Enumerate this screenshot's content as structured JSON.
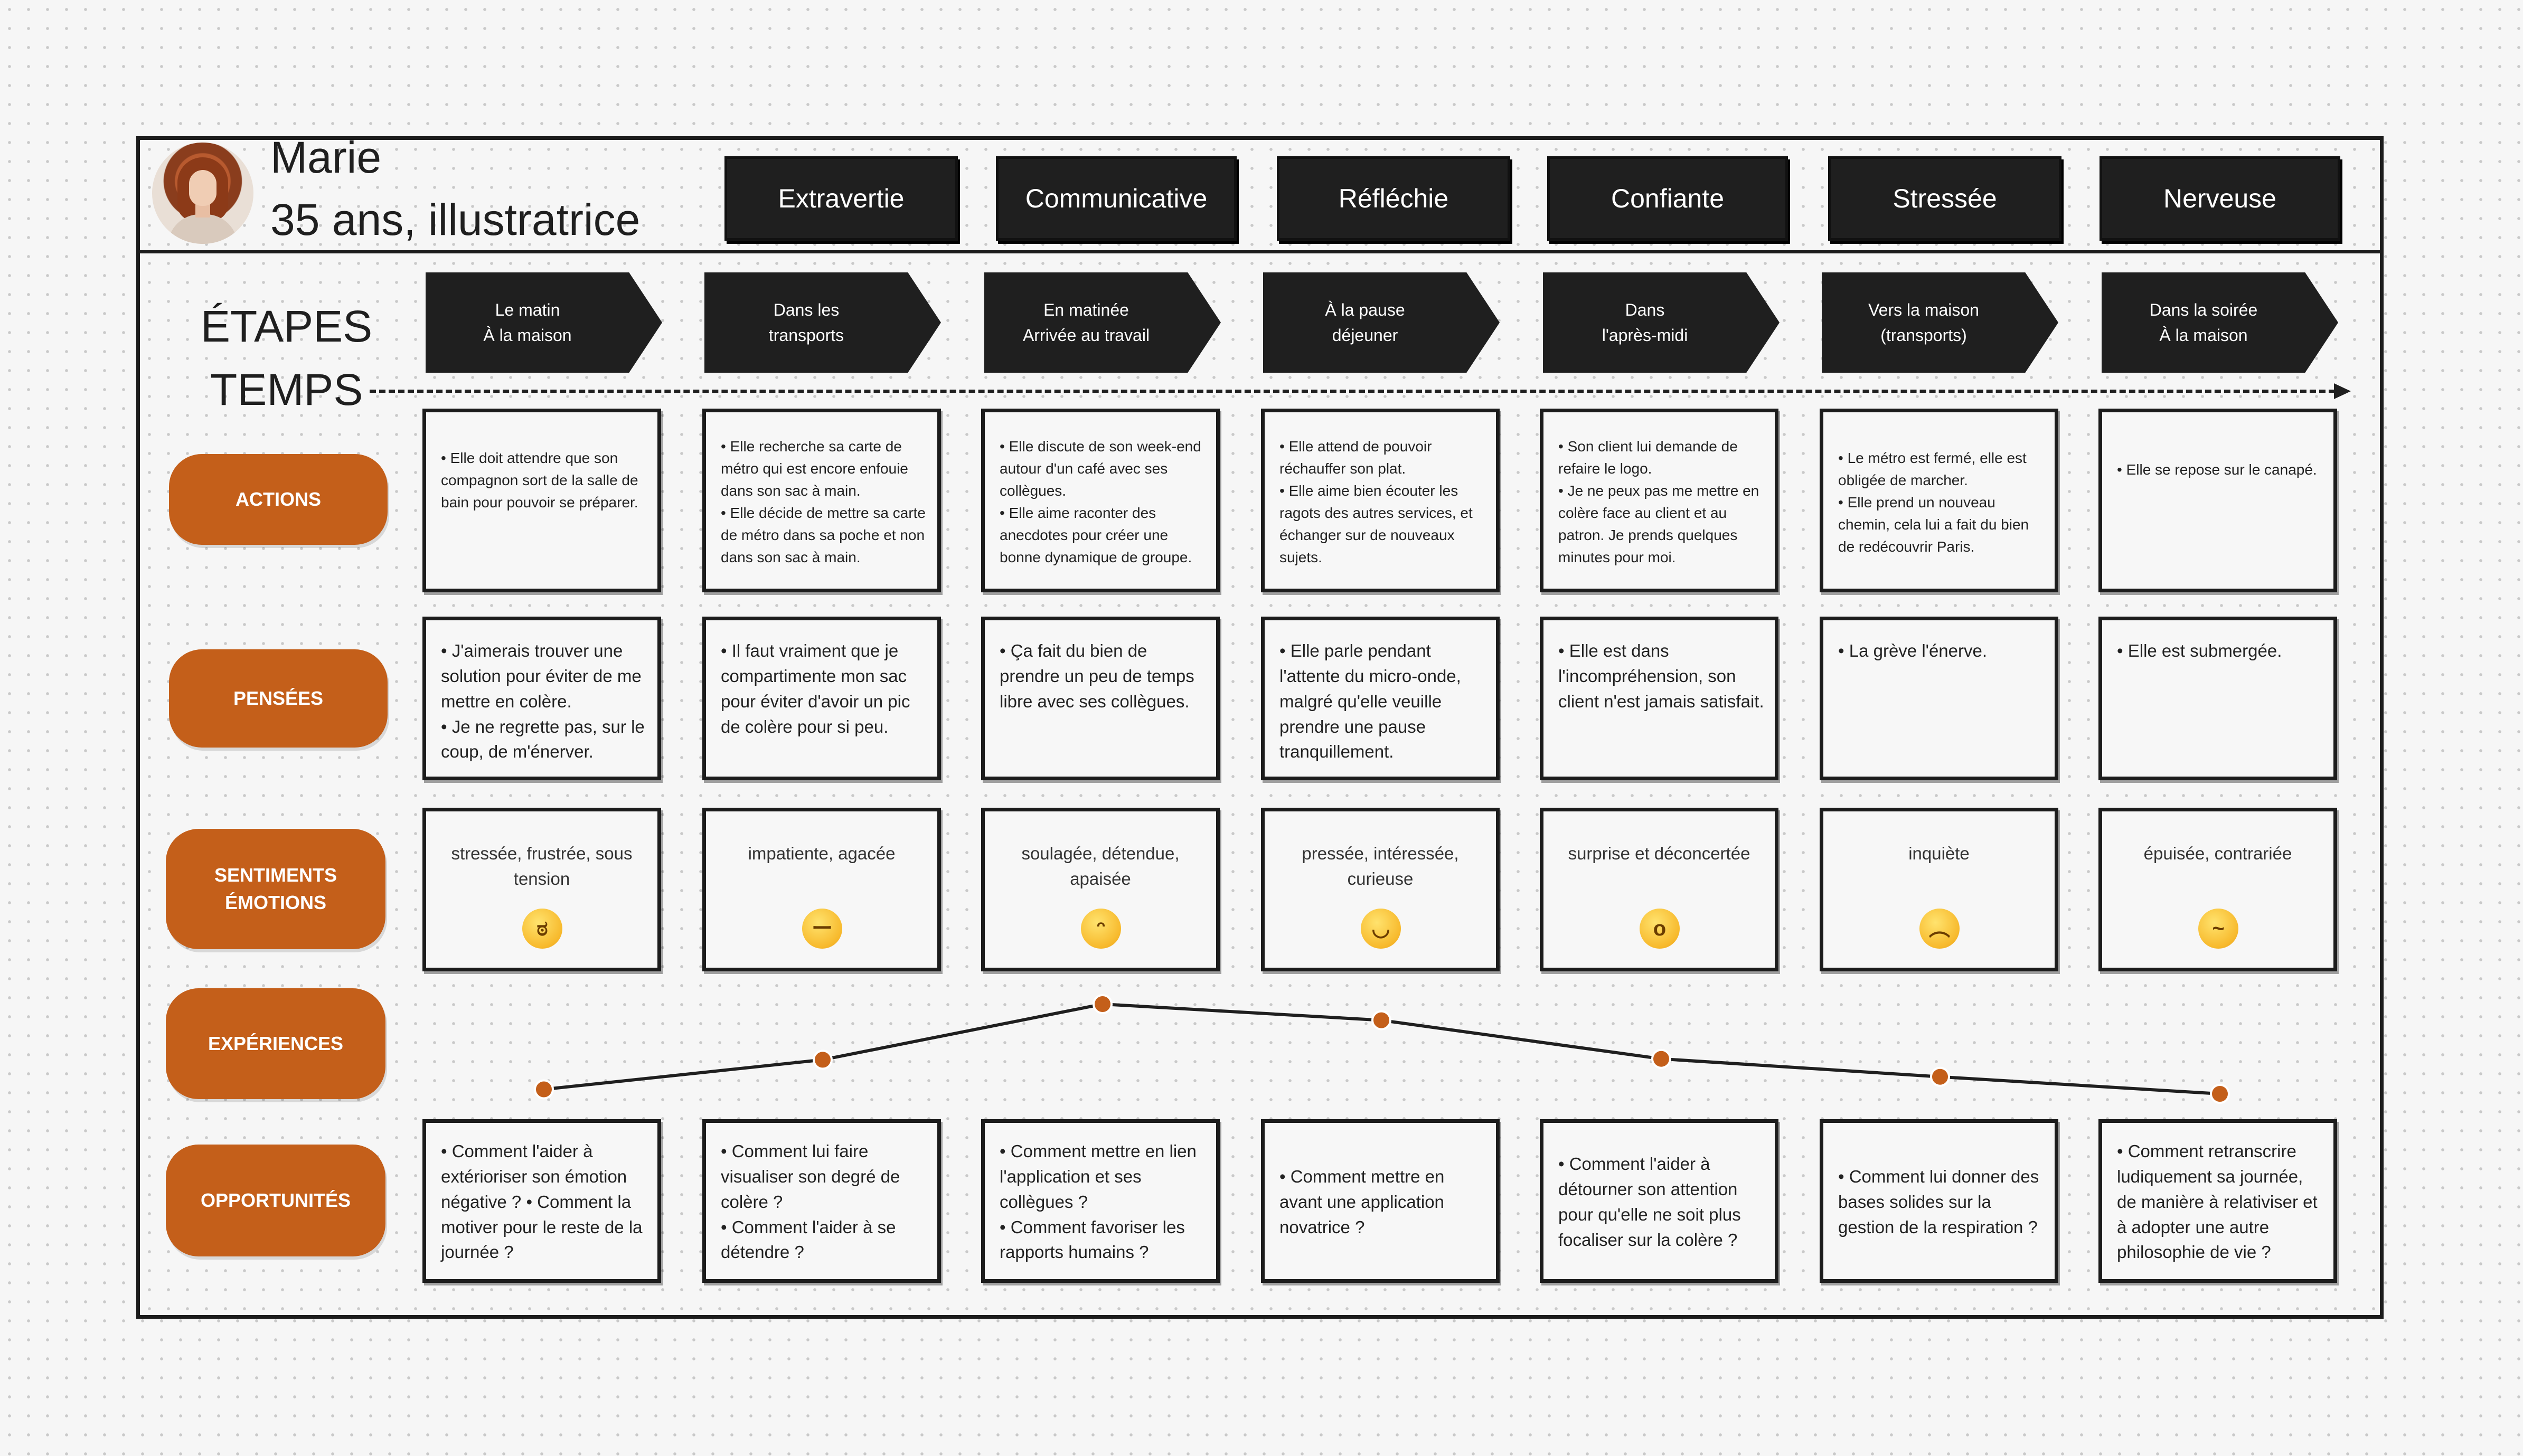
{
  "persona": {
    "name": "Marie",
    "subtitle": "35 ans, illustratrice",
    "traits": [
      "Extravertie",
      "Communicative",
      "Réfléchie",
      "Confiante",
      "Stressée",
      "Nerveuse"
    ]
  },
  "labels": {
    "etapes": "ÉTAPES",
    "temps": "TEMPS"
  },
  "stages": [
    {
      "line1": "Le matin",
      "line2": "À la maison"
    },
    {
      "line1": "Dans les",
      "line2": "transports"
    },
    {
      "line1": "En matinée",
      "line2": "Arrivée au travail"
    },
    {
      "line1": "À la pause",
      "line2": "déjeuner"
    },
    {
      "line1": "Dans",
      "line2": "l'après-midi"
    },
    {
      "line1": "Vers la maison",
      "line2": "(transports)"
    },
    {
      "line1": "Dans la soirée",
      "line2": "À la maison"
    }
  ],
  "rows": {
    "actions": "ACTIONS",
    "pensees": "PENSÉES",
    "sentiments_1": "SENTIMENTS",
    "sentiments_2": "ÉMOTIONS",
    "experiences": "EXPÉRIENCES",
    "opportunites": "OPPORTUNITÉS"
  },
  "actions": [
    "• Elle doit attendre que son compagnon sort de la salle de bain  pour pouvoir se préparer.",
    "•  Elle recherche sa carte de métro qui est encore enfouie dans son sac à main.\n•  Elle décide de mettre sa carte de métro dans sa poche et non dans son sac à main.",
    "• Elle discute de son week-end autour d'un café avec ses collègues.\n• Elle aime raconter des anecdotes pour créer une bonne dynamique de groupe.",
    "• Elle attend de pouvoir réchauffer son plat.\n• Elle aime bien écouter les ragots des autres services, et échanger sur de nouveaux sujets.",
    "• Son client lui demande de refaire le  logo.\n• Je ne peux pas me mettre en colère face au client et au patron.  Je prends quelques minutes pour moi.",
    "• Le métro est fermé, elle est obligée de marcher.\n• Elle prend un nouveau chemin, cela lui a fait du bien de redécouvrir Paris.",
    "• Elle se repose sur le canapé."
  ],
  "pensees": [
    "•  J'aimerais trouver une solution pour éviter de me mettre en colère.\n•  Je ne regrette pas, sur le coup, de m'énerver.",
    "•  Il faut vraiment que je compartimente mon sac pour éviter d'avoir un pic de colère pour si peu.",
    "• Ça fait du bien de prendre un peu de temps libre avec ses collègues.",
    "• Elle parle  pendant l'attente du micro-onde, malgré qu'elle veuille prendre une  pause tranquillement.",
    "• Elle est dans l'incompréhension, son client n'est jamais satisfait.",
    "• La grève l'énerve.",
    "• Elle est submergée."
  ],
  "sentiments": [
    {
      "text": "stressée, frustrée,  sous tension",
      "icon": "huffing-face-icon",
      "glyph": "ಠ"
    },
    {
      "text": "impatiente, agacée",
      "icon": "unamused-face-icon",
      "glyph": "ー"
    },
    {
      "text": "soulagée, détendue, apaisée",
      "icon": "grinning-face-icon",
      "glyph": "ᵔ"
    },
    {
      "text": "pressée,  intéressée, curieuse",
      "icon": "smiling-face-icon",
      "glyph": "◡"
    },
    {
      "text": "surprise et déconcertée",
      "icon": "surprised-face-icon",
      "glyph": "o"
    },
    {
      "text": "inquiète",
      "icon": "worried-face-icon",
      "glyph": "︵"
    },
    {
      "text": "épuisée, contrariée",
      "icon": "woozy-face-icon",
      "glyph": "~"
    }
  ],
  "experience_levels": [
    0.05,
    0.38,
    1.0,
    0.82,
    0.39,
    0.19,
    0.0
  ],
  "opportunites": [
    "• Comment l'aider à extérioriser son émotion négative ? • Comment la motiver pour le reste de la journée ?",
    "• Comment lui faire visualiser son degré de colère ?\n• Comment l'aider à se détendre ?",
    "• Comment mettre en lien l'application et ses collègues ?\n• Comment favoriser les rapports humains ?",
    "• Comment mettre en avant une application novatrice ?",
    "• Comment l'aider à détourner son attention pour qu'elle ne soit plus focaliser sur la colère ?",
    "• Comment lui donner des bases solides sur la gestion de la  respiration ?",
    "• Comment retranscrire ludiquement sa journée, de manière à relativiser et à adopter une autre philosophie de vie ?"
  ],
  "colors": {
    "accent": "#c45f1a",
    "dark": "#1f1f1f",
    "point": "#c45f1a"
  }
}
